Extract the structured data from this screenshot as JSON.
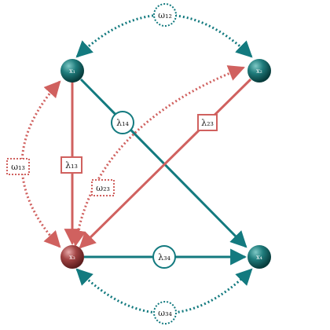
{
  "colors": {
    "teal": "#137a7f",
    "red": "#d0615f",
    "teal_node": "#0f5b5b",
    "red_node": "#9c3b3b",
    "text": "#222222"
  },
  "nodes": {
    "x1": {
      "label": "x₁"
    },
    "x2": {
      "label": "x₂"
    },
    "x3": {
      "label": "x₃"
    },
    "x4": {
      "label": "x₄"
    }
  },
  "edges": {
    "lambda13": {
      "label": "λ₁₃"
    },
    "lambda14": {
      "label": "λ₁₄"
    },
    "lambda23": {
      "label": "λ₂₃"
    },
    "lambda34": {
      "label": "λ₃₄"
    }
  },
  "covariances": {
    "omega12": {
      "label": "ω₁₂"
    },
    "omega13": {
      "label": "ω₁₃"
    },
    "omega23": {
      "label": "ω₂₃"
    },
    "omega34": {
      "label": "ω₃₄"
    }
  }
}
